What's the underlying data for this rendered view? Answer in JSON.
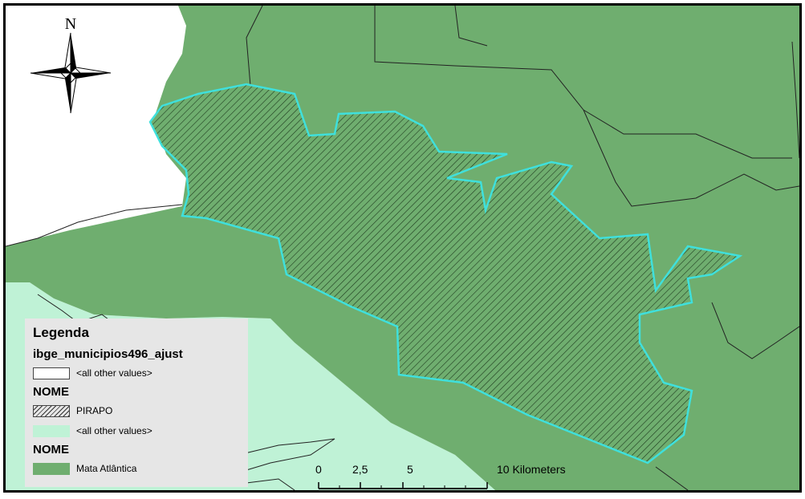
{
  "north_arrow": {
    "letter": "N",
    "icon": "compass-rose-icon"
  },
  "legend": {
    "title": "Legenda",
    "groups": [
      {
        "layer": "ibge_municipios496_ajust",
        "items": [
          {
            "label": "<all other values>",
            "fill": "#ffffff"
          }
        ]
      },
      {
        "layer": "NOME",
        "items": [
          {
            "label": "PIRAPO",
            "fill": "hatch"
          },
          {
            "label": "<all other values>",
            "fill": "#bff2d6"
          }
        ]
      },
      {
        "layer": "NOME",
        "items": [
          {
            "label": "Mata Atlântica",
            "fill": "#6fae6f"
          }
        ]
      }
    ]
  },
  "scale_bar": {
    "ticks": [
      "0",
      "2,5",
      "5",
      "10 Kilometers"
    ]
  },
  "colors": {
    "mata_atlantica": "#6fae6f",
    "other_values": "#bff2d6",
    "background": "#ffffff",
    "pirapo_outline": "#3fe0dc",
    "boundary_lines": "#222222"
  }
}
